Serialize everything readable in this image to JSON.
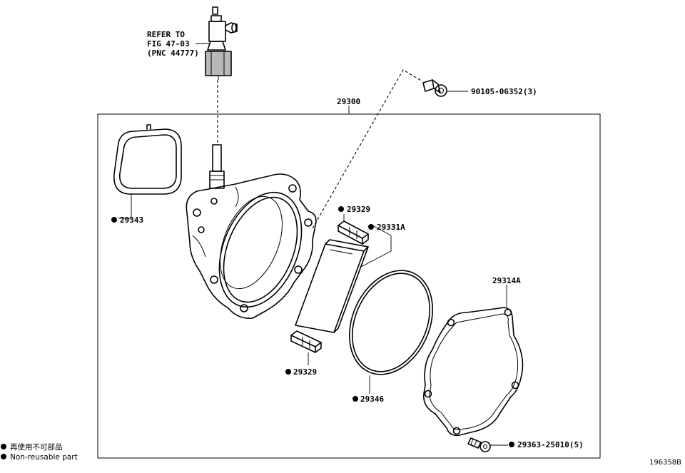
{
  "refer": {
    "line1": "REFER TO",
    "line2": "FIG 47-03",
    "line3": "(PNC 44777)"
  },
  "parts": {
    "bolt_top": "90105-06352(3)",
    "assembly": "29300",
    "gasket_left": "29343",
    "clip_top": "29329",
    "filter": "29331A",
    "clip_bottom": "29329",
    "o_ring": "29346",
    "cover": "29314A",
    "screw_bottom": "29363-25010(5)"
  },
  "legend": {
    "jp": "再使用不可部品",
    "en": "Non-reusable part"
  },
  "diagram_code": "196358B"
}
